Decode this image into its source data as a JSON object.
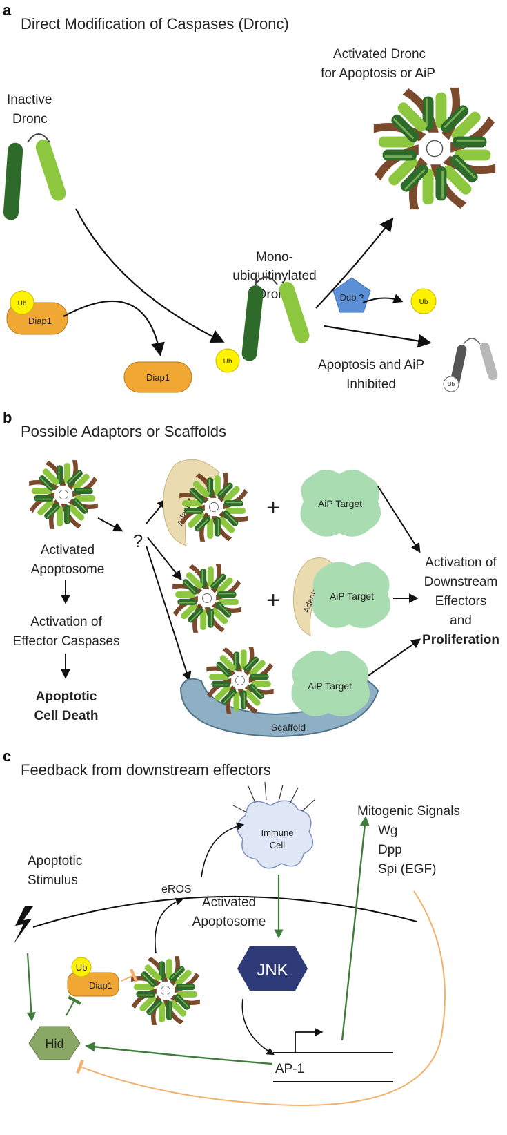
{
  "colors": {
    "dark_green": "#2e6b2b",
    "light_green": "#8dc63f",
    "brown": "#7b4a2d",
    "diap_orange": "#f0a733",
    "ub_yellow": "#fff200",
    "dub_blue": "#5b8fd6",
    "adaptor_tan": "#eadbb0",
    "target_green": "#a9dcb0",
    "scaffold_blue": "#8fb0c4",
    "jnk_navy": "#2f3a78",
    "hid_green": "#8aa865",
    "arrow_green": "#3f7d3a",
    "inhibit_orange": "#f2b06b",
    "immune_blue": "#dfe6f5"
  },
  "panel_a": {
    "letter": "a",
    "title": "Direct Modification of Caspases (Dronc)",
    "inactive_line1": "Inactive",
    "inactive_line2": "Dronc",
    "activated_line1": "Activated Dronc",
    "activated_line2": "for Apoptosis or AiP",
    "mono_line1": "Mono-",
    "mono_line2": "ubiquitinylated",
    "mono_line3": "Dronc",
    "ub": "Ub",
    "diap1": "Diap1",
    "dub": "Dub ?",
    "inhibited_line1": "Apoptosis and AiP",
    "inhibited_line2": "Inhibited"
  },
  "panel_b": {
    "letter": "b",
    "title": "Possible Adaptors or Scaffolds",
    "activated_line1": "Activated",
    "activated_line2": "Apoptosome",
    "question": "?",
    "effector_line1": "Activation of",
    "effector_line2": "Effector Caspases",
    "death_line1": "Apoptotic",
    "death_line2": "Cell Death",
    "adaptor": "Adaptor",
    "aip_target": "AiP Target",
    "plus": "+",
    "scaffold": "Scaffold",
    "downstream_line1": "Activation of",
    "downstream_line2": "Downstream",
    "downstream_line3": "Effectors",
    "downstream_line4": "and",
    "downstream_line5": "Proliferation"
  },
  "panel_c": {
    "letter": "c",
    "title": "Feedback from downstream effectors",
    "mitogenic": "Mitogenic Signals",
    "wg": "Wg",
    "dpp": "Dpp",
    "spi": "Spi (EGF)",
    "stimulus_line1": "Apoptotic",
    "stimulus_line2": "Stimulus",
    "eros": "eROS",
    "immune_line1": "Immune",
    "immune_line2": "Cell",
    "apoptosome_line1": "Activated",
    "apoptosome_line2": "Apoptosome",
    "ub": "Ub",
    "diap1": "Diap1",
    "jnk": "JNK",
    "hid": "Hid",
    "ap1": "AP-1"
  }
}
